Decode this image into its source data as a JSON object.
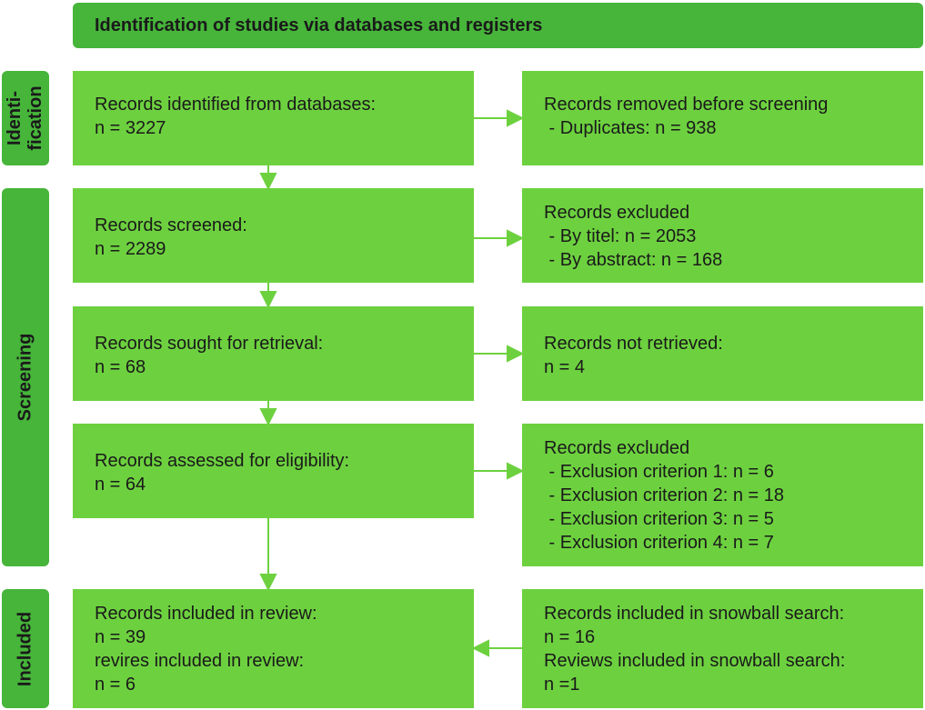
{
  "header": {
    "title": "Identification of studies via databases and registers"
  },
  "phases": {
    "identification": "Identi-\nfication",
    "screening": "Screening",
    "included": "Included"
  },
  "boxes": {
    "records_identified": {
      "lines": [
        "Records identified from databases:",
        "n = 3227"
      ]
    },
    "records_removed": {
      "lines": [
        "Records removed before screening",
        " - Duplicates: n = 938"
      ]
    },
    "records_screened": {
      "lines": [
        "Records screened:",
        "n = 2289"
      ]
    },
    "records_excluded_screening": {
      "lines": [
        "Records excluded",
        " - By titel: n = 2053",
        " - By abstract: n = 168"
      ]
    },
    "records_sought": {
      "lines": [
        "Records sought for retrieval:",
        "n = 68"
      ]
    },
    "records_not_retrieved": {
      "lines": [
        "Records not retrieved:",
        "n = 4"
      ]
    },
    "records_assessed": {
      "lines": [
        "Records assessed for eligibility:",
        "n = 64"
      ]
    },
    "records_excluded_eligibility": {
      "lines": [
        "Records excluded",
        " - Exclusion criterion 1: n = 6",
        " - Exclusion criterion 2: n = 18",
        " - Exclusion criterion 3: n = 5",
        " - Exclusion criterion 4: n = 7"
      ]
    },
    "records_included_review": {
      "lines": [
        "Records included in review:",
        "n = 39",
        "revires included in review:",
        "n = 6"
      ]
    },
    "records_snowball": {
      "lines": [
        "Records included in snowball search:",
        "n = 16",
        "Reviews included in snowball search:",
        "n =1"
      ]
    }
  },
  "colors": {
    "box": "#6dd13f",
    "header": "#46b53a",
    "arrow": "#6dd13f"
  }
}
